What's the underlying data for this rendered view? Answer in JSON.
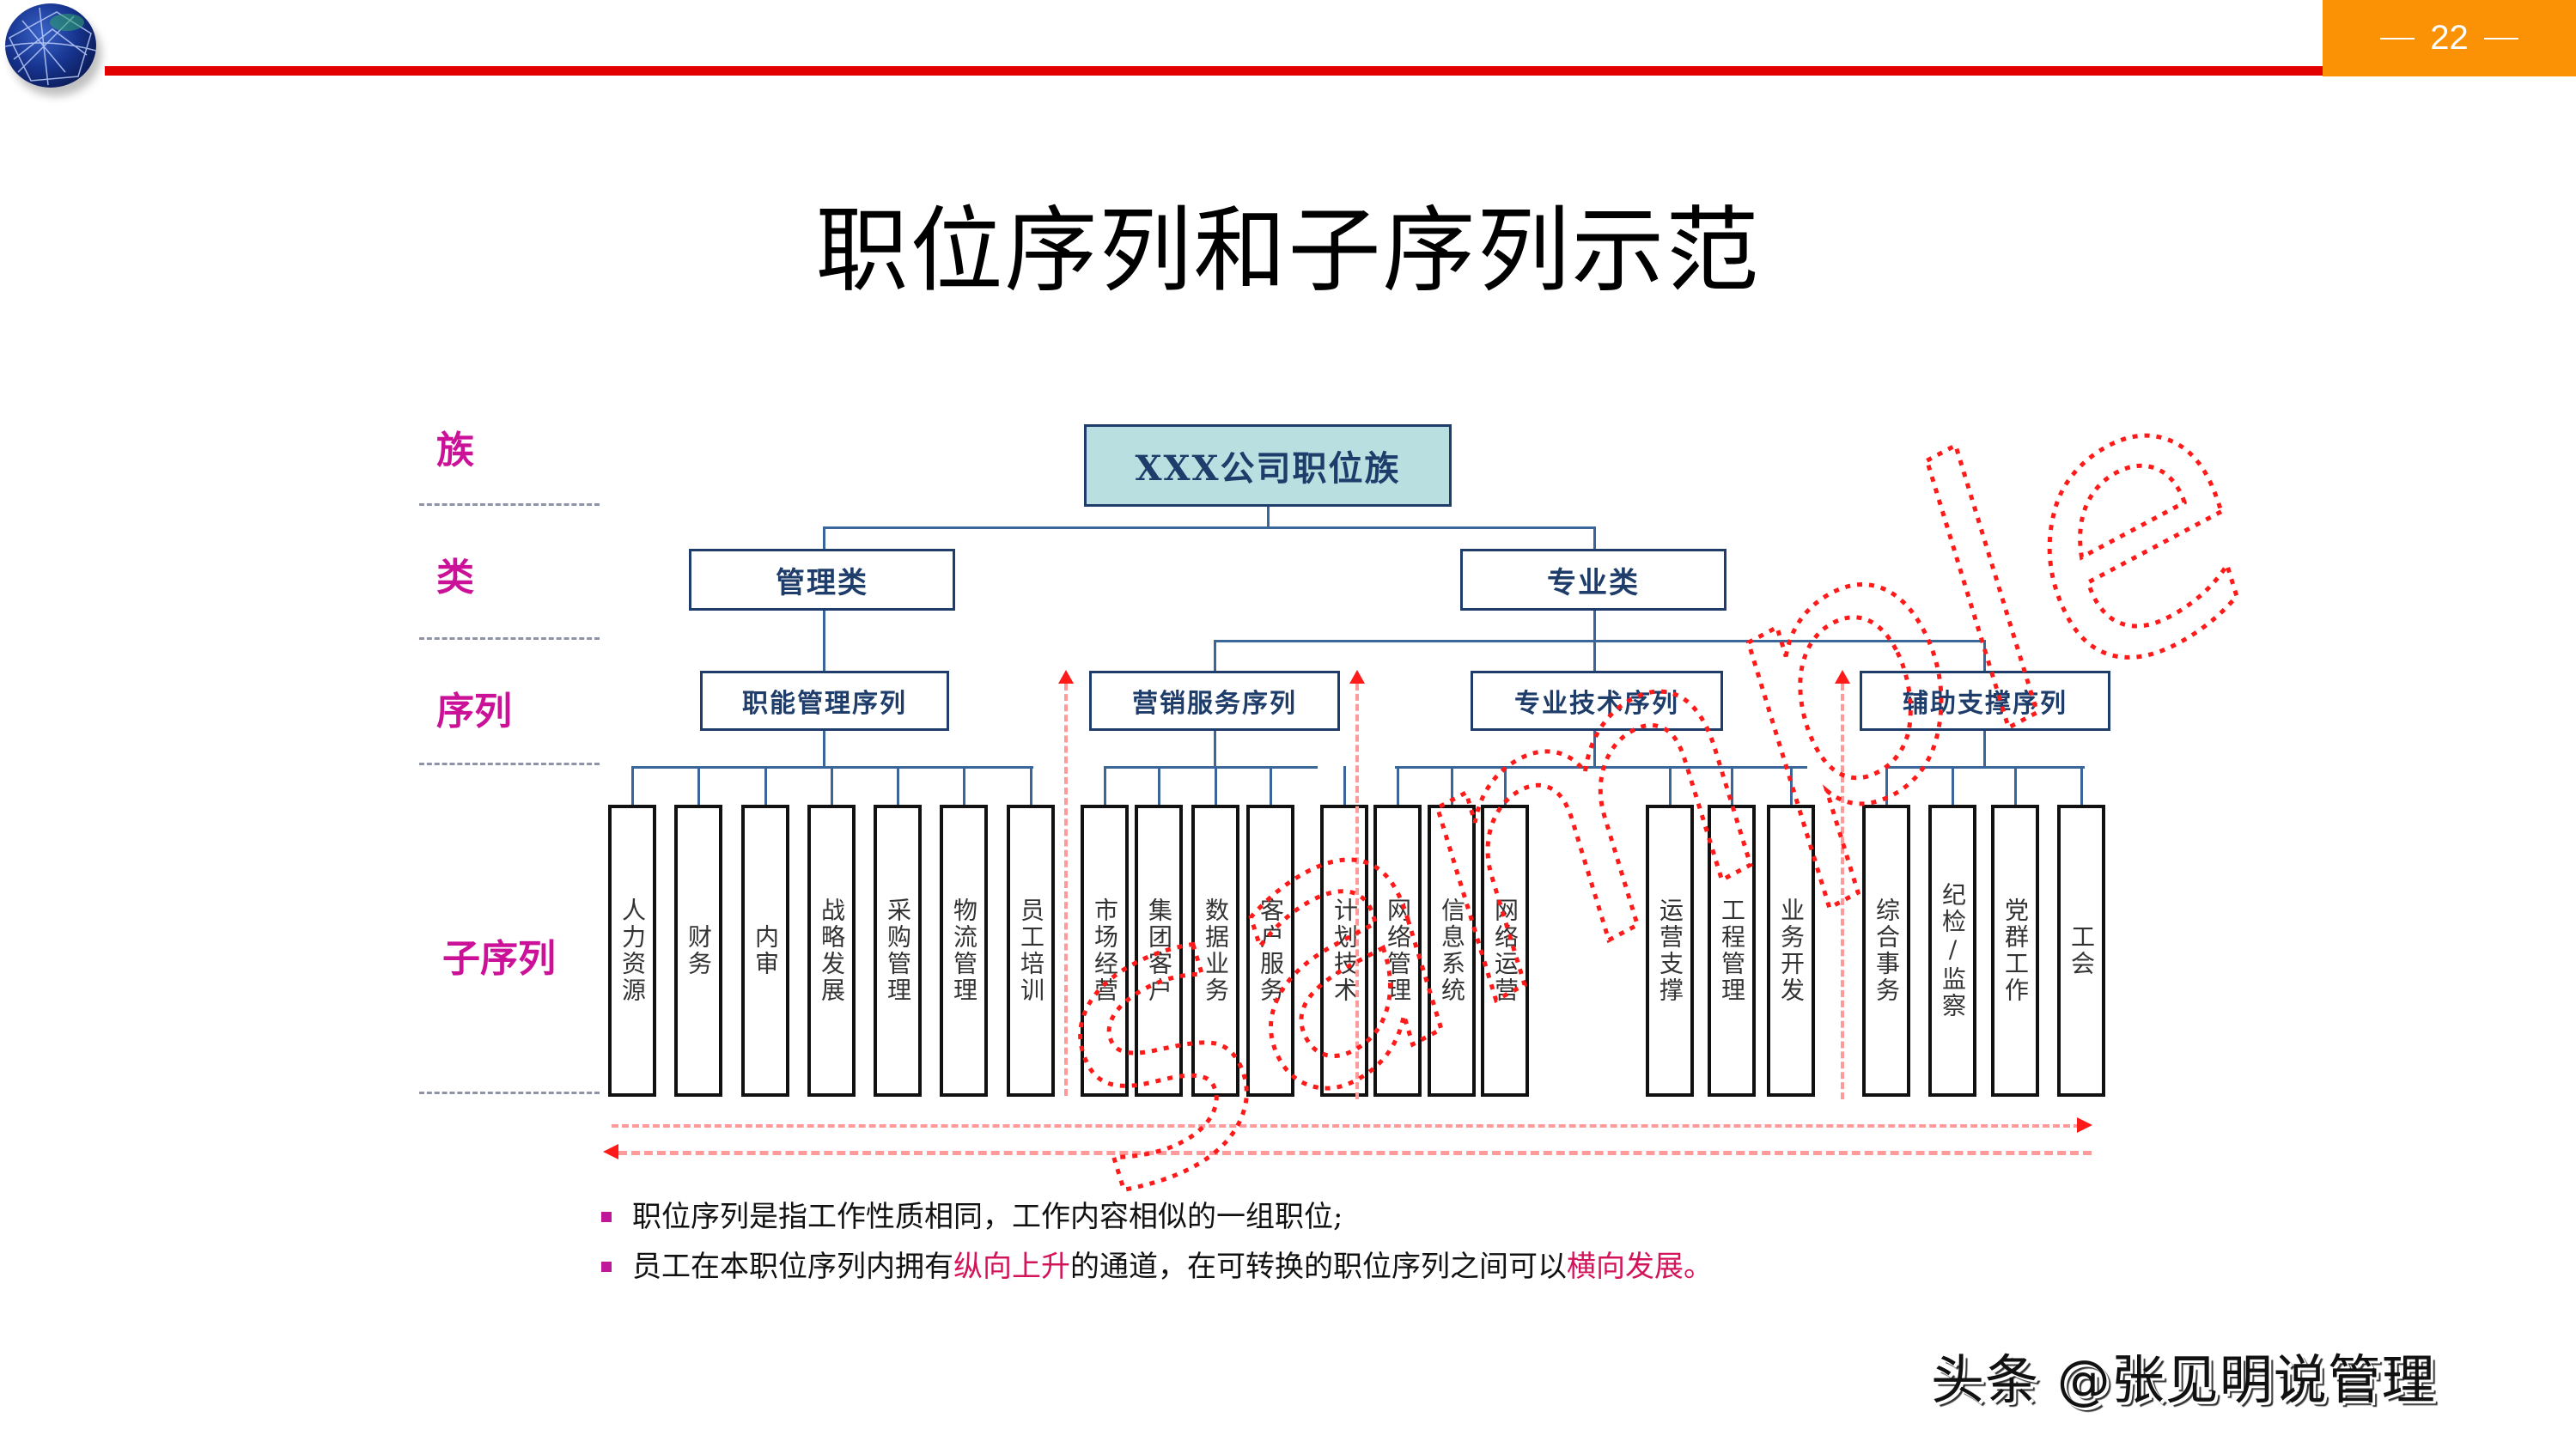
{
  "header": {
    "logo": "globe-network-icon",
    "page_number": "22",
    "accent_colors": {
      "bar": "#e30000",
      "page_box": "#fb9206"
    }
  },
  "title": "职位序列和子序列示范",
  "levels": [
    {
      "key": "family",
      "label": "族"
    },
    {
      "key": "class",
      "label": "类"
    },
    {
      "key": "sequence",
      "label": "序列"
    },
    {
      "key": "subsequence",
      "label": "子序列"
    }
  ],
  "org": {
    "root": "XXX公司职位族",
    "classes": [
      {
        "label": "管理类"
      },
      {
        "label": "专业类"
      }
    ],
    "sequences": [
      {
        "label": "职能管理序列",
        "class": "管理类",
        "subs": [
          "人力资源",
          "财务",
          "内审",
          "战略发展",
          "采购管理",
          "物流管理",
          "员工培训"
        ]
      },
      {
        "label": "营销服务序列",
        "class": "专业类",
        "subs": [
          "市场经营",
          "集团客户",
          "数据业务",
          "客户服务"
        ]
      },
      {
        "label": "专业技术序列",
        "class": "专业类",
        "subs": [
          "计划技术",
          "网络管理",
          "信息系统",
          "网络运营",
          "运营支撑",
          "工程管理",
          "业务开发"
        ]
      },
      {
        "label": "辅助支撑序列",
        "class": "专业类",
        "subs": [
          "综合事务",
          "纪检/监察",
          "党群工作",
          "工会"
        ]
      }
    ]
  },
  "watermark_stamp": "sample",
  "notes": [
    {
      "parts": [
        {
          "text": "职位序列是指工作性质相同，工作内容相似的一组职位;",
          "hl": false
        }
      ]
    },
    {
      "parts": [
        {
          "text": "员工在本职位序列内拥有",
          "hl": false
        },
        {
          "text": "纵向上升",
          "hl": true
        },
        {
          "text": "的通道，在可转换的职位序列之间可以",
          "hl": false
        },
        {
          "text": "横向发展。",
          "hl": true
        }
      ]
    }
  ],
  "source_watermark": "头条 @张见明说管理"
}
